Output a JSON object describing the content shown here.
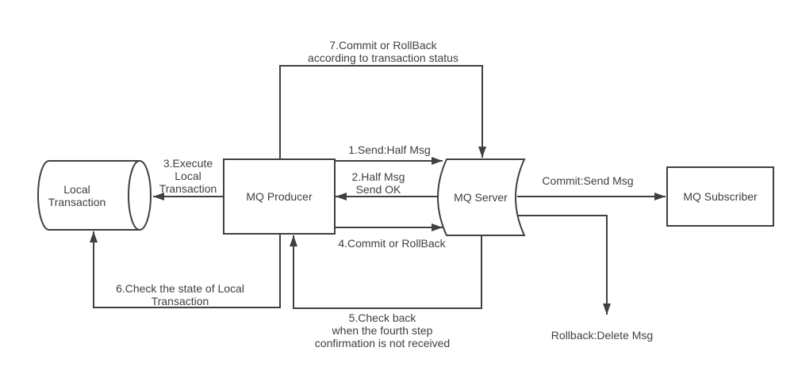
{
  "diagram": {
    "nodes": {
      "local_transaction": {
        "label": "Local\nTransaction"
      },
      "mq_producer": {
        "label": "MQ Producer"
      },
      "mq_server": {
        "label": "MQ Server"
      },
      "mq_subscriber": {
        "label": "MQ Subscriber"
      }
    },
    "edges": {
      "e1": {
        "label": "1.Send:Half Msg"
      },
      "e2": {
        "label": "2.Half Msg\nSend OK"
      },
      "e3": {
        "label": "3.Execute\nLocal\nTransaction"
      },
      "e4": {
        "label": "4.Commit or RollBack"
      },
      "e5": {
        "label": "5.Check back\nwhen the fourth step\nconfirmation is not received"
      },
      "e6": {
        "label": "6.Check the state of Local\nTransaction"
      },
      "e7": {
        "label": "7.Commit or RollBack\naccording to transaction status"
      },
      "commit": {
        "label": "Commit:Send Msg"
      },
      "rollback": {
        "label": "Rollback:Delete Msg"
      }
    },
    "colors": {
      "stroke": "#404040",
      "text": "#3f3f3f",
      "background": "#ffffff"
    }
  }
}
